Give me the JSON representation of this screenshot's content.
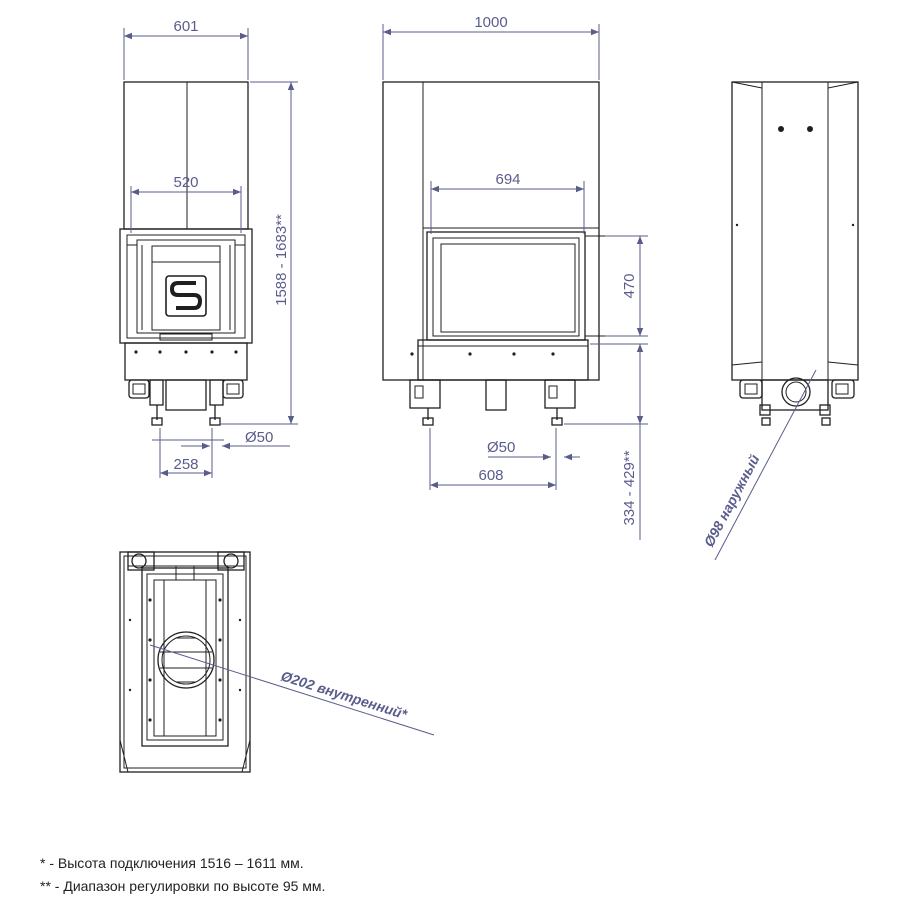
{
  "dimensions": {
    "front_width": "601",
    "front_inner_width": "520",
    "front_height": "1588 - 1683**",
    "front_leg_spacing": "258",
    "front_leg_diameter": "Ø50",
    "side_width": "1000",
    "side_inner_width": "694",
    "side_glass_height": "470",
    "side_leg_diameter": "Ø50",
    "side_leg_spacing": "608",
    "side_base_height": "334 - 429**",
    "back_pipe_diameter": "Ø98 наружный",
    "top_outlet_diameter": "Ø202 внутренний*"
  },
  "notes": [
    "* - Высота подключения 1516 – 1611 мм.",
    "** - Диапазон регулировки по высоте 95 мм."
  ],
  "colors": {
    "dimension": "#5a5d8c",
    "outline": "#1f1f1f"
  }
}
